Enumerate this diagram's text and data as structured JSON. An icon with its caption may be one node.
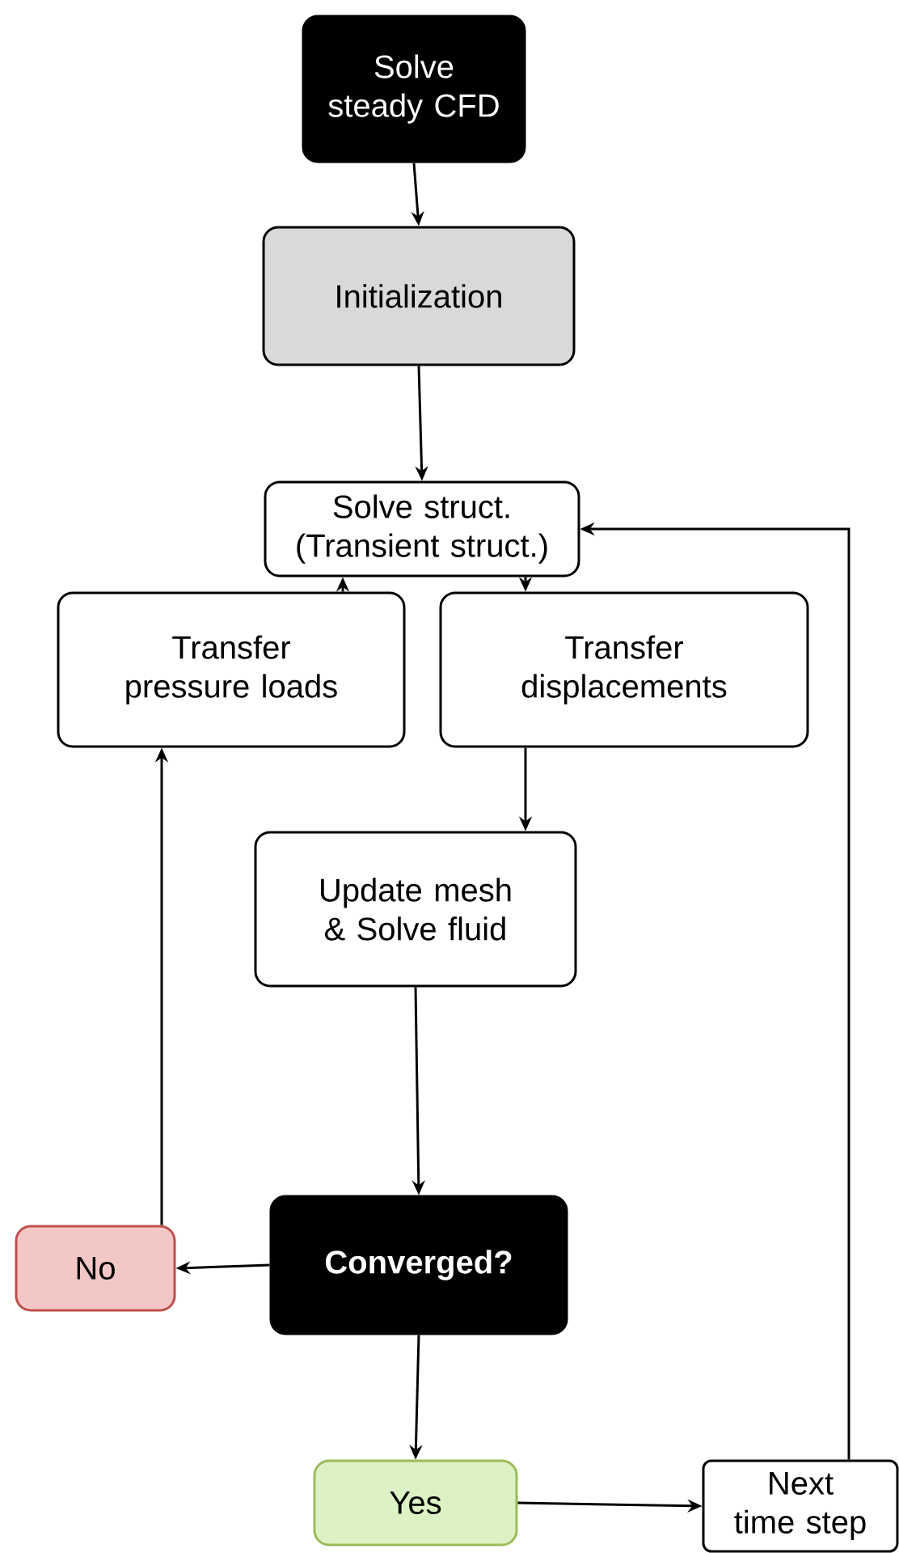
{
  "diagram": {
    "nodes": [
      {
        "text": [
          "Solve steady CFD"
        ]
      },
      {
        "text": [
          "Initialization"
        ]
      },
      {
        "text": [
          "Solve struct. (Transient struct.)"
        ]
      },
      {
        "text": [
          "Transfer pressure loads"
        ]
      },
      {
        "text": [
          "Transfer displacements"
        ]
      },
      {
        "text": [
          "Update mesh & Solve fluid"
        ]
      },
      {
        "text": [
          "Converged?"
        ]
      },
      {
        "text": [
          "No"
        ]
      },
      {
        "text": [
          "Yes"
        ]
      },
      {
        "text": [
          "Next time step"
        ]
      }
    ],
    "edges": [
      {
        "from": 0,
        "to": 1,
        "arrow": "to"
      },
      {
        "from": 1,
        "to": 2,
        "arrow": "to"
      },
      {
        "from": 2,
        "to": 4,
        "arrow": "to"
      },
      {
        "from": 3,
        "to": 2,
        "arrow": "to"
      },
      {
        "from": 4,
        "to": 5,
        "arrow": "to"
      },
      {
        "from": 5,
        "to": 6,
        "arrow": "to"
      },
      {
        "from": 6,
        "to": 7,
        "arrow": "to"
      },
      {
        "from": 7,
        "to": 3,
        "arrow": "to"
      },
      {
        "from": 6,
        "to": 8,
        "arrow": "to"
      },
      {
        "from": 8,
        "to": 9,
        "arrow": "to"
      },
      {
        "from": 9,
        "to": 2,
        "arrow": "to"
      }
    ]
  }
}
